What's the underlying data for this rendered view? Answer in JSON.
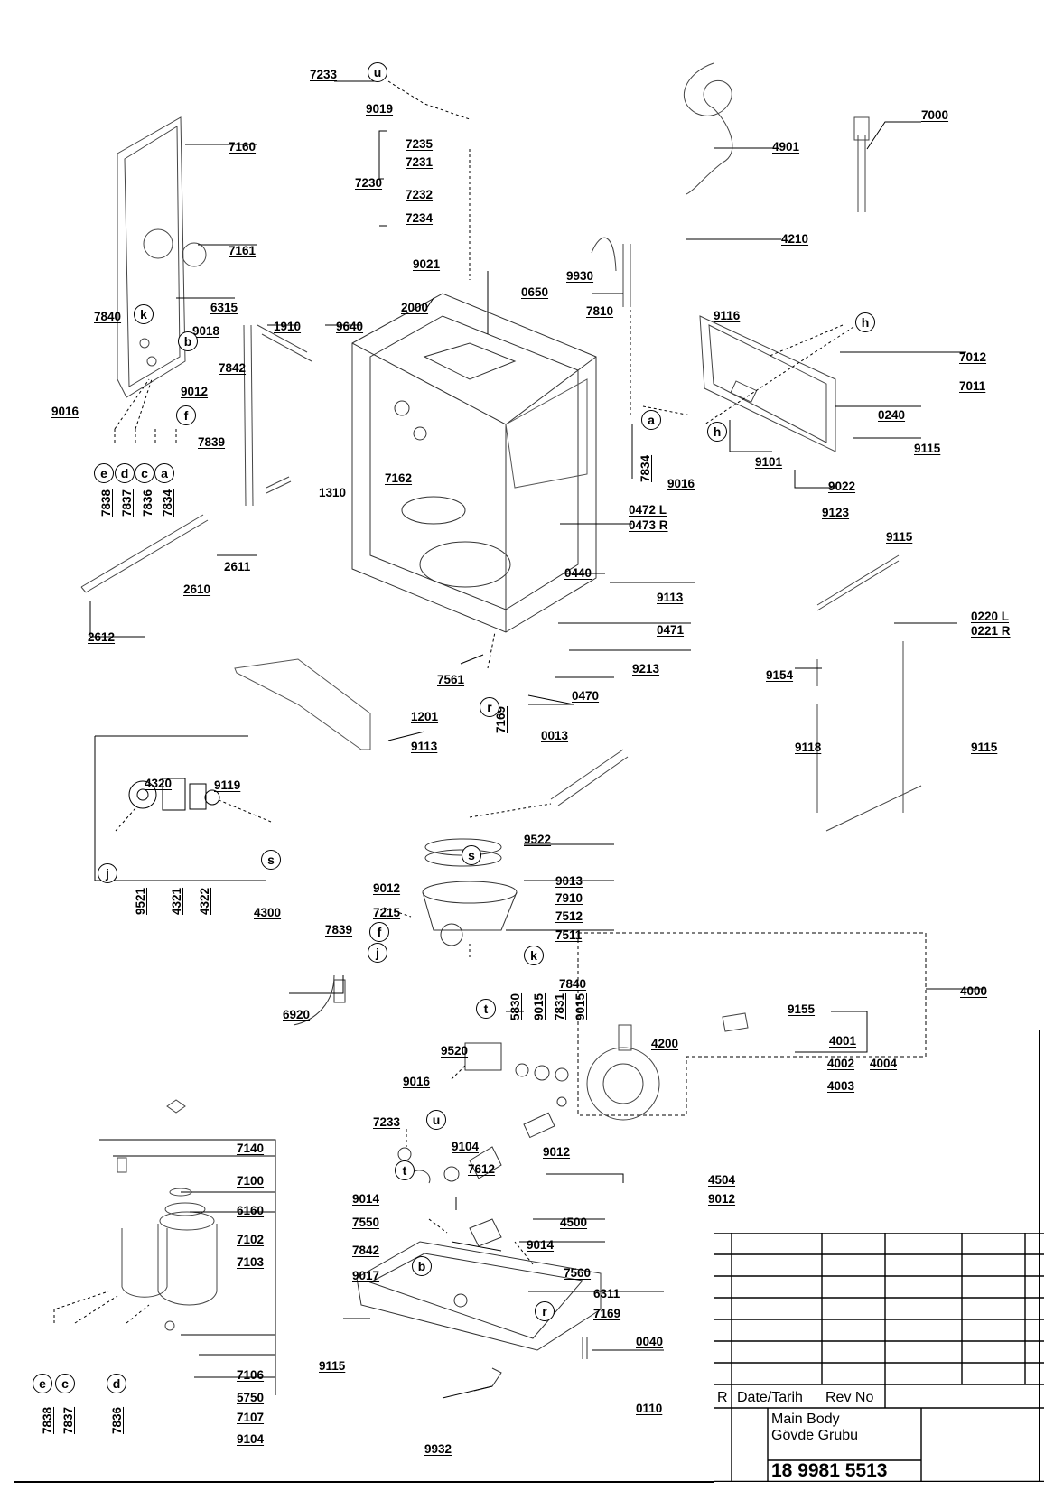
{
  "parts": [
    {
      "id": "p7233a",
      "text": "7233"
    },
    {
      "id": "p9019",
      "text": "9019"
    },
    {
      "id": "p7235",
      "text": "7235"
    },
    {
      "id": "p7231",
      "text": "7231"
    },
    {
      "id": "p7230",
      "text": "7230"
    },
    {
      "id": "p7232",
      "text": "7232"
    },
    {
      "id": "p7234",
      "text": "7234"
    },
    {
      "id": "p7160",
      "text": "7160"
    },
    {
      "id": "p7161",
      "text": "7161"
    },
    {
      "id": "p4901",
      "text": "4901"
    },
    {
      "id": "p7000",
      "text": "7000"
    },
    {
      "id": "p4210",
      "text": "4210"
    },
    {
      "id": "p9021",
      "text": "9021"
    },
    {
      "id": "p9930",
      "text": "9930"
    },
    {
      "id": "p0650",
      "text": "0650"
    },
    {
      "id": "p2000",
      "text": "2000"
    },
    {
      "id": "p7810",
      "text": "7810"
    },
    {
      "id": "p7840a",
      "text": "7840"
    },
    {
      "id": "p6315",
      "text": "6315"
    },
    {
      "id": "p9018",
      "text": "9018"
    },
    {
      "id": "p1910",
      "text": "1910"
    },
    {
      "id": "p9640",
      "text": "9640"
    },
    {
      "id": "p7842a",
      "text": "7842"
    },
    {
      "id": "p9012a",
      "text": "9012"
    },
    {
      "id": "p9016a",
      "text": "9016"
    },
    {
      "id": "p7839a",
      "text": "7839"
    },
    {
      "id": "p9116",
      "text": "9116"
    },
    {
      "id": "p7012",
      "text": "7012"
    },
    {
      "id": "p7011",
      "text": "7011"
    },
    {
      "id": "p0240",
      "text": "0240"
    },
    {
      "id": "p9115a",
      "text": "9115"
    },
    {
      "id": "p9101",
      "text": "9101"
    },
    {
      "id": "p9022",
      "text": "9022"
    },
    {
      "id": "p9123",
      "text": "9123"
    },
    {
      "id": "p9016b",
      "text": "9016"
    },
    {
      "id": "p7162",
      "text": "7162"
    },
    {
      "id": "p1310",
      "text": "1310"
    },
    {
      "id": "p0472",
      "text": "0472 L"
    },
    {
      "id": "p0473",
      "text": "0473 R"
    },
    {
      "id": "p9115b",
      "text": "9115"
    },
    {
      "id": "p2611",
      "text": "2611"
    },
    {
      "id": "p2610",
      "text": "2610"
    },
    {
      "id": "p0440",
      "text": "0440"
    },
    {
      "id": "p9113a",
      "text": "9113"
    },
    {
      "id": "p0220",
      "text": "0220 L"
    },
    {
      "id": "p0221",
      "text": "0221 R"
    },
    {
      "id": "p2612",
      "text": "2612"
    },
    {
      "id": "p0471",
      "text": "0471"
    },
    {
      "id": "p9213",
      "text": "9213"
    },
    {
      "id": "p9154",
      "text": "9154"
    },
    {
      "id": "p7561",
      "text": "7561"
    },
    {
      "id": "p0470",
      "text": "0470"
    },
    {
      "id": "p1201",
      "text": "1201"
    },
    {
      "id": "p0013",
      "text": "0013"
    },
    {
      "id": "p9113b",
      "text": "9113"
    },
    {
      "id": "p9118",
      "text": "9118"
    },
    {
      "id": "p9115c",
      "text": "9115"
    },
    {
      "id": "p4320",
      "text": "4320"
    },
    {
      "id": "p9119",
      "text": "9119"
    },
    {
      "id": "p9522",
      "text": "9522"
    },
    {
      "id": "p9013",
      "text": "9013"
    },
    {
      "id": "p9012b",
      "text": "9012"
    },
    {
      "id": "p7910",
      "text": "7910"
    },
    {
      "id": "p4300",
      "text": "4300"
    },
    {
      "id": "p7215",
      "text": "7215"
    },
    {
      "id": "p7512",
      "text": "7512"
    },
    {
      "id": "p7839b",
      "text": "7839"
    },
    {
      "id": "p7511",
      "text": "7511"
    },
    {
      "id": "p7840b",
      "text": "7840"
    },
    {
      "id": "p4000",
      "text": "4000"
    },
    {
      "id": "p6920",
      "text": "6920"
    },
    {
      "id": "p9155",
      "text": "9155"
    },
    {
      "id": "p4001",
      "text": "4001"
    },
    {
      "id": "p4200",
      "text": "4200"
    },
    {
      "id": "p9520",
      "text": "9520"
    },
    {
      "id": "p4002",
      "text": "4002"
    },
    {
      "id": "p4004",
      "text": "4004"
    },
    {
      "id": "p9016c",
      "text": "9016"
    },
    {
      "id": "p4003",
      "text": "4003"
    },
    {
      "id": "p7233b",
      "text": "7233"
    },
    {
      "id": "p9104a",
      "text": "9104"
    },
    {
      "id": "p9012c",
      "text": "9012"
    },
    {
      "id": "p7140",
      "text": "7140"
    },
    {
      "id": "p7612",
      "text": "7612"
    },
    {
      "id": "p4504",
      "text": "4504"
    },
    {
      "id": "p7100",
      "text": "7100"
    },
    {
      "id": "p9014a",
      "text": "9014"
    },
    {
      "id": "p9012d",
      "text": "9012"
    },
    {
      "id": "p6160",
      "text": "6160"
    },
    {
      "id": "p7550",
      "text": "7550"
    },
    {
      "id": "p4500",
      "text": "4500"
    },
    {
      "id": "p7102",
      "text": "7102"
    },
    {
      "id": "p9014b",
      "text": "9014"
    },
    {
      "id": "p7842b",
      "text": "7842"
    },
    {
      "id": "p7103",
      "text": "7103"
    },
    {
      "id": "p7560",
      "text": "7560"
    },
    {
      "id": "p9017",
      "text": "9017"
    },
    {
      "id": "p6311",
      "text": "6311"
    },
    {
      "id": "p7169a",
      "text": "7169"
    },
    {
      "id": "p0040",
      "text": "0040"
    },
    {
      "id": "p9115d",
      "text": "9115"
    },
    {
      "id": "p7106",
      "text": "7106"
    },
    {
      "id": "p5750",
      "text": "5750"
    },
    {
      "id": "p0110",
      "text": "0110"
    },
    {
      "id": "p7107",
      "text": "7107"
    },
    {
      "id": "p9104b",
      "text": "9104"
    },
    {
      "id": "p9932",
      "text": "9932"
    }
  ],
  "vertical_parts": [
    {
      "id": "v7838a",
      "text": "7838"
    },
    {
      "id": "v7837a",
      "text": "7837"
    },
    {
      "id": "v7836a",
      "text": "7836"
    },
    {
      "id": "v7834a",
      "text": "7834"
    },
    {
      "id": "v7834b",
      "text": "7834"
    },
    {
      "id": "v7169b",
      "text": "7169"
    },
    {
      "id": "v9521",
      "text": "9521"
    },
    {
      "id": "v4321",
      "text": "4321"
    },
    {
      "id": "v4322",
      "text": "4322"
    },
    {
      "id": "v5830",
      "text": "5830"
    },
    {
      "id": "v9015a",
      "text": "9015"
    },
    {
      "id": "v7831",
      "text": "7831"
    },
    {
      "id": "v9015b",
      "text": "9015"
    },
    {
      "id": "v7838b",
      "text": "7838"
    },
    {
      "id": "v7837b",
      "text": "7837"
    },
    {
      "id": "v7836b",
      "text": "7836"
    }
  ],
  "callouts": [
    {
      "id": "cu1",
      "letter": "u"
    },
    {
      "id": "ck1",
      "letter": "k"
    },
    {
      "id": "cb1",
      "letter": "b"
    },
    {
      "id": "cf1",
      "letter": "f"
    },
    {
      "id": "ce1",
      "letter": "e"
    },
    {
      "id": "cd1",
      "letter": "d"
    },
    {
      "id": "cc1",
      "letter": "c"
    },
    {
      "id": "ca1",
      "letter": "a"
    },
    {
      "id": "ch1",
      "letter": "h"
    },
    {
      "id": "ca2",
      "letter": "a"
    },
    {
      "id": "ch2",
      "letter": "h"
    },
    {
      "id": "cr1",
      "letter": "r"
    },
    {
      "id": "cj1",
      "letter": "j"
    },
    {
      "id": "cs1",
      "letter": "s"
    },
    {
      "id": "cs2",
      "letter": "s"
    },
    {
      "id": "cf2",
      "letter": "f"
    },
    {
      "id": "cj2",
      "letter": "j"
    },
    {
      "id": "ck2",
      "letter": "k"
    },
    {
      "id": "ct1",
      "letter": "t"
    },
    {
      "id": "cu2",
      "letter": "u"
    },
    {
      "id": "ct2",
      "letter": "t"
    },
    {
      "id": "cb2",
      "letter": "b"
    },
    {
      "id": "cr2",
      "letter": "r"
    },
    {
      "id": "ce2",
      "letter": "e"
    },
    {
      "id": "cc2",
      "letter": "c"
    },
    {
      "id": "cd2",
      "letter": "d"
    }
  ],
  "title_block": {
    "r_label": "R",
    "date_label": "Date/Tarih",
    "rev_label": "Rev No",
    "title_en": "Main Body",
    "title_tr": "Gövde Grubu",
    "drawing_number": "18 9981 5513"
  }
}
